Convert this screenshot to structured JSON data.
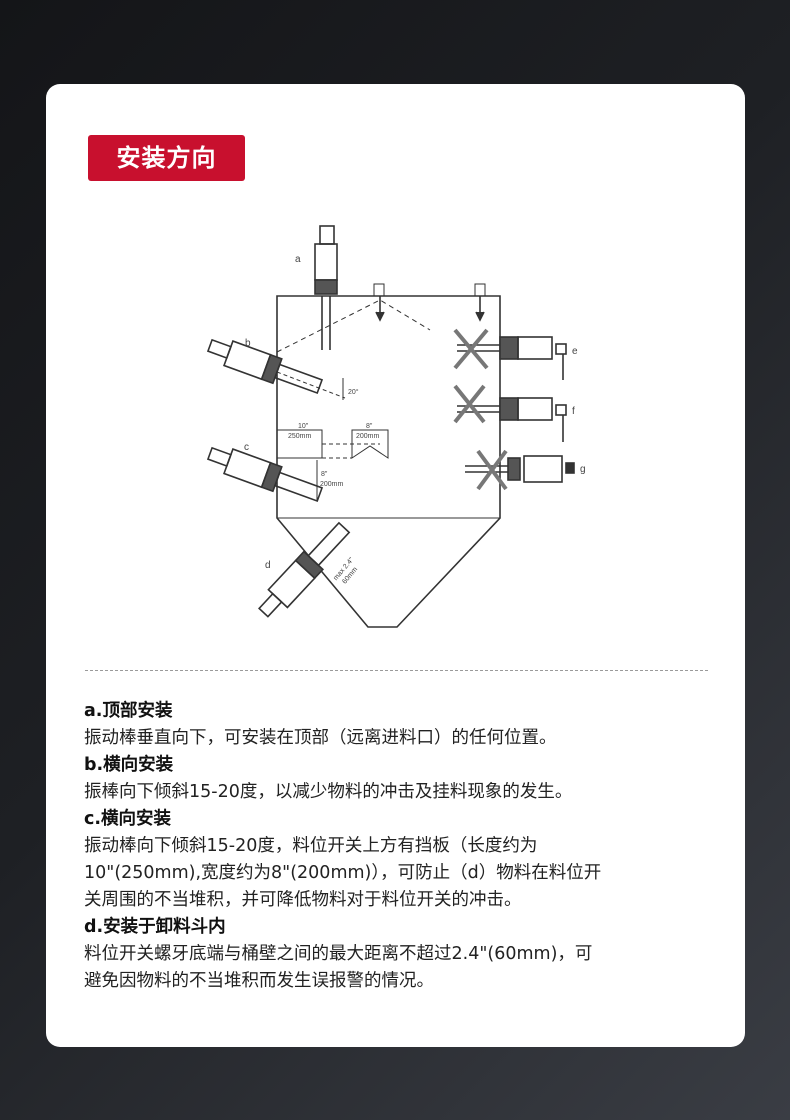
{
  "title": "安装方向",
  "diagram": {
    "labels": {
      "a": "a",
      "b": "b",
      "c": "c",
      "d": "d",
      "e": "e",
      "f": "f",
      "g": "g"
    },
    "angle": "20°",
    "baffle_length": "10\"",
    "baffle_length_mm": "250mm",
    "baffle_width": "8\"",
    "baffle_width_mm": "200mm",
    "gap": "8\"",
    "gap_mm": "200mm",
    "max_distance": "max 2.4\"",
    "max_distance_mm": "60mm"
  },
  "notes": [
    {
      "heading": "a.顶部安装",
      "lines": [
        "振动棒垂直向下，可安装在顶部（远离进料口）的任何位置。"
      ]
    },
    {
      "heading": "b.横向安装",
      "lines": [
        "振棒向下倾斜15-20度，以减少物料的冲击及挂料现象的发生。"
      ]
    },
    {
      "heading": "c.横向安装",
      "lines": [
        "振动棒向下倾斜15-20度，料位开关上方有挡板（长度约为",
        "10\"(250mm),宽度约为8\"(200mm)），可防止（d）物料在料位开",
        "关周围的不当堆积，并可降低物料对于料位开关的冲击。"
      ]
    },
    {
      "heading": "d.安装于卸料斗内",
      "lines": [
        "料位开关螺牙底端与桶壁之间的最大距离不超过2.4\"(60mm)，可",
        "避免因物料的不当堆积而发生误报警的情况。"
      ]
    }
  ]
}
